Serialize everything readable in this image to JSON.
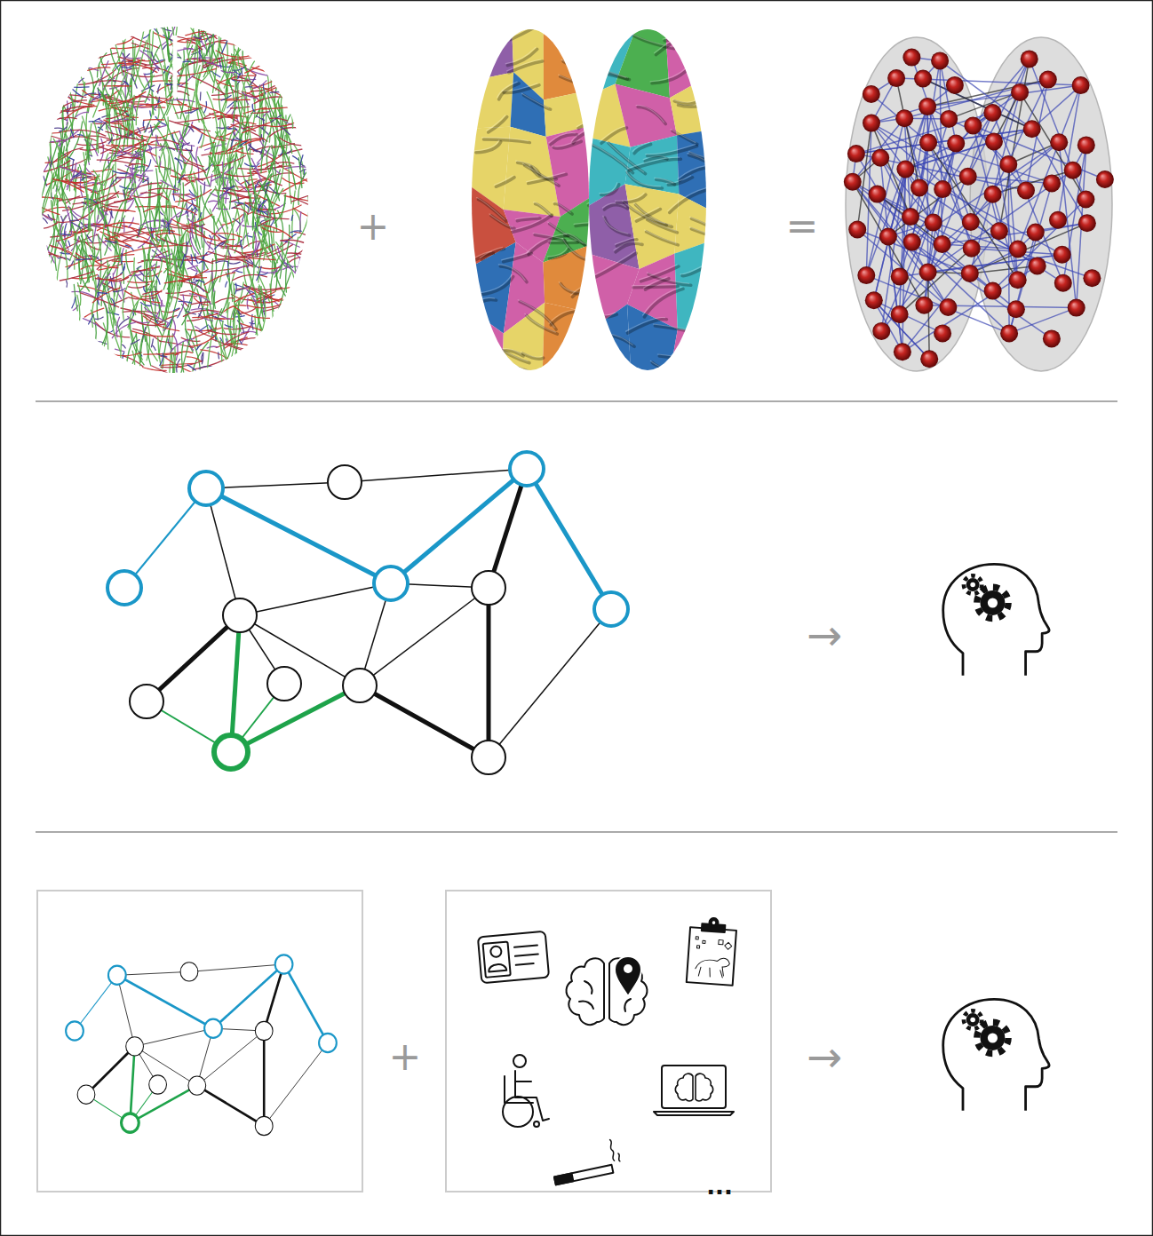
{
  "diagram": {
    "labels": [
      "+",
      "=",
      "→",
      "+",
      "...",
      "→"
    ]
  }
}
